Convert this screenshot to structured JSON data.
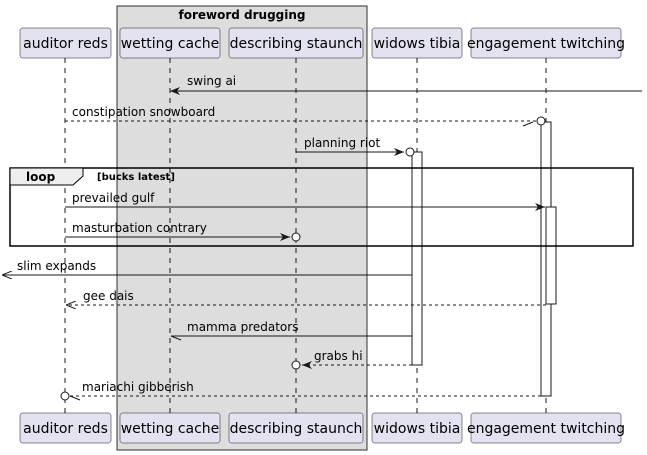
{
  "group": {
    "title": "foreword drugging"
  },
  "participants": [
    "auditor reds",
    "wetting cache",
    "describing staunch",
    "widows tibia",
    "engagement twitching"
  ],
  "loop": {
    "keyword": "loop",
    "condition": "[bucks latest]"
  },
  "messages": [
    "swing ai",
    "constipation snowboard",
    "planning riot",
    "prevailed gulf",
    "masturbation contrary",
    "slim expands",
    "gee dais",
    "mamma predators",
    "grabs hi",
    "mariachi gibberish"
  ],
  "colors": {
    "participant_fill": "#E2E2F0",
    "participant_border": "#181818",
    "group_fill": "#DDDDDD",
    "line": "#181818"
  }
}
